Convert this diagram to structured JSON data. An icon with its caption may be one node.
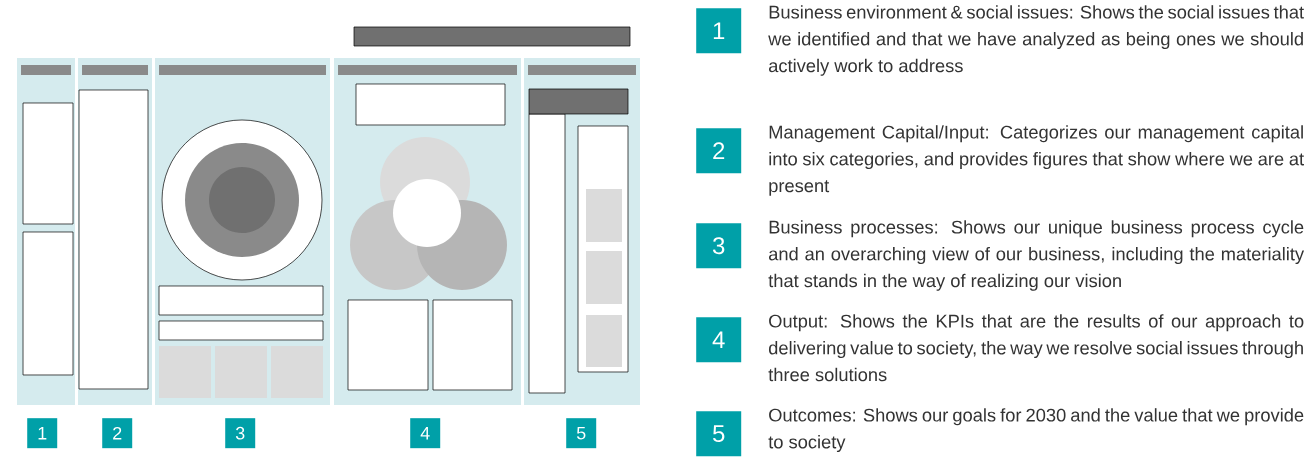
{
  "diagram": {
    "nodes": [
      {
        "text": [
          "1"
        ]
      },
      {
        "text": [
          "2"
        ]
      },
      {
        "text": [
          "3"
        ]
      },
      {
        "text": [
          "4"
        ]
      },
      {
        "text": [
          "5"
        ]
      },
      {
        "text": [
          "1"
        ],
        "beside": [
          "Business environment & social issues: Shows the social issues that we identified and that we have analyzed as being ones we should actively work to address"
        ]
      },
      {
        "text": [
          "2"
        ],
        "beside": [
          "Management Capital/Input: Categorizes our management capital into six categories, and provides figures that show where we are at present"
        ]
      },
      {
        "text": [
          "3"
        ],
        "beside": [
          "Business processes: Shows our unique business process cycle and an overarching view of our business, including the materiality that stands in the way of realizing our vision"
        ]
      },
      {
        "text": [
          "4"
        ],
        "beside": [
          "Output: Shows the KPIs that are the results of our approach to delivering value to society, the way we resolve social issues through three solutions"
        ]
      },
      {
        "text": [
          "5"
        ],
        "beside": [
          "Outcomes: Shows our goals for 2030 and the value that we provide to society"
        ]
      }
    ]
  }
}
